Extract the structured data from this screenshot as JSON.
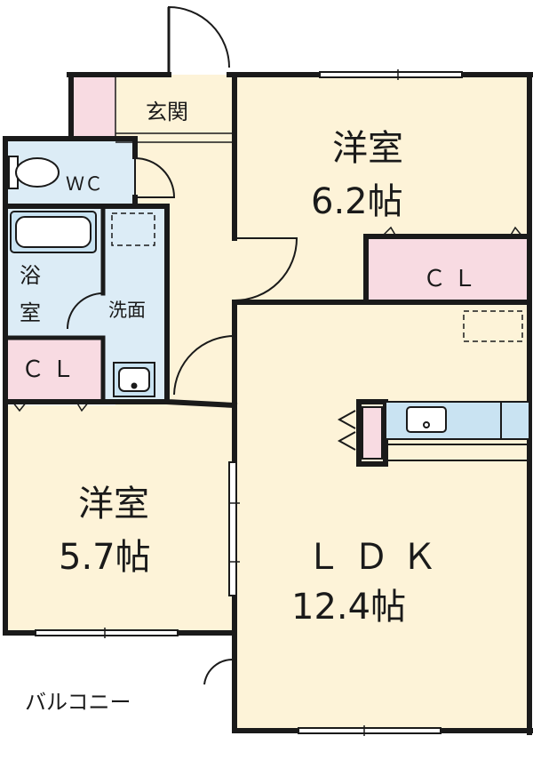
{
  "rooms": {
    "western_room_north": {
      "name": "洋室",
      "size": "6.2帖"
    },
    "western_room_south": {
      "name": "洋室",
      "size": "5.7帖"
    },
    "ldk": {
      "name": "ＬＤＫ",
      "size": "12.4帖"
    },
    "entrance": {
      "name": "玄関"
    },
    "toilet": {
      "name": "ＷＣ"
    },
    "bathroom": {
      "line1": "浴",
      "line2": "室"
    },
    "washroom": {
      "name": "洗面"
    },
    "closet_north": {
      "name": "ＣＬ"
    },
    "closet_west": {
      "name": "ＣＬ"
    },
    "balcony": {
      "name": "バルコニー"
    }
  },
  "colors": {
    "wall": "#1a1a1a",
    "room_floor": "#fdf3d8",
    "wet_area": "#dcecf6",
    "closet": "#f8dbe2",
    "fixture_blue": "#c9e3f2",
    "balcony": "#ffffff"
  }
}
